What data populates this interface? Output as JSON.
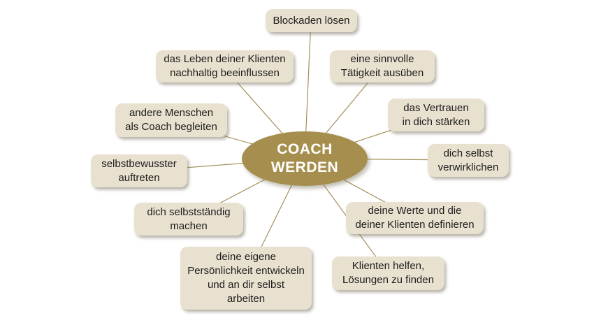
{
  "diagram": {
    "title": "COACH WERDEN Mindmap",
    "center": {
      "label": "COACH WERDEN",
      "lines": [
        "COACH",
        "WERDEN"
      ]
    },
    "nodes": [
      {
        "id": "blockaden-loesen",
        "label": "Blockaden lösen",
        "lines": [
          "Blockaden lösen"
        ]
      },
      {
        "id": "sinnvolle-taetigkeit",
        "label": "eine sinnvolle Tätigkeit ausüben",
        "lines": [
          "eine sinnvolle",
          "Tätigkeit ausüben"
        ]
      },
      {
        "id": "vertrauen-staerken",
        "label": "das Vertrauen in dich stärken",
        "lines": [
          "das Vertrauen",
          "in dich stärken"
        ]
      },
      {
        "id": "selbst-verwirklichen",
        "label": "dich selbst verwirklichen",
        "lines": [
          "dich selbst",
          "verwirklichen"
        ]
      },
      {
        "id": "werte-definieren",
        "label": "deine Werte und die deiner Klienten definieren",
        "lines": [
          "deine Werte und die",
          "deiner Klienten definieren"
        ]
      },
      {
        "id": "klienten-helfen",
        "label": "Klienten helfen, Lösungen zu finden",
        "lines": [
          "Klienten helfen,",
          "Lösungen zu finden"
        ]
      },
      {
        "id": "persoenlichkeit-entwickeln",
        "label": "deine eigene Persönlichkeit entwickeln und an dir selbst arbeiten",
        "lines": [
          "deine eigene",
          "Persönlichkeit entwickeln",
          "und an dir selbst",
          "arbeiten"
        ]
      },
      {
        "id": "selbststaendig-machen",
        "label": "dich selbstständig machen",
        "lines": [
          "dich selbstständig",
          "machen"
        ]
      },
      {
        "id": "selbstbewusster-auftreten",
        "label": "selbstbewusster auftreten",
        "lines": [
          "selbstbewusster",
          "auftreten"
        ]
      },
      {
        "id": "menschen-begleiten",
        "label": "andere Menschen als Coach begleiten",
        "lines": [
          "andere Menschen",
          "als Coach begleiten"
        ]
      },
      {
        "id": "leben-beeinflussen",
        "label": "das Leben deiner Klienten nachhaltig beeinflussen",
        "lines": [
          "das Leben deiner Klienten",
          "nachhaltig beeinflussen"
        ]
      }
    ],
    "colors": {
      "center_fill": "#a68f4e",
      "center_text": "#ffffff",
      "node_fill": "#e9e1d0",
      "node_text": "#1c1c1c",
      "connector": "#a3905a",
      "background": "#ffffff"
    }
  }
}
